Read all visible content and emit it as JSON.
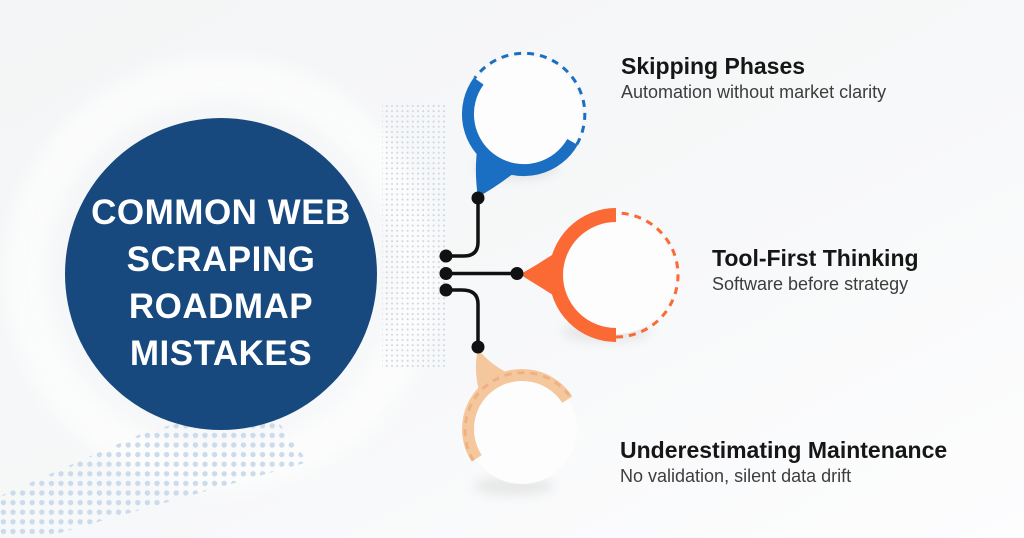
{
  "figure": {
    "hub": {
      "title_lines": [
        "COMMON WEB",
        "SCRAPING",
        "ROADMAP",
        "MISTAKES"
      ],
      "fill_color": "#17497E",
      "text_color": "#FFFFFF"
    },
    "items": [
      {
        "title": "Skipping Phases",
        "subtitle": "Automation without market clarity",
        "accent_color": "#1B6FC2"
      },
      {
        "title": "Tool-First Thinking",
        "subtitle": "Software before strategy",
        "accent_color": "#FB6A35"
      },
      {
        "title": "Underestimating Maintenance",
        "subtitle": "No validation, silent data drift",
        "accent_color": "#F5C79D"
      }
    ],
    "colors": {
      "background": "#F6F7F8",
      "connector": "#111111",
      "heading_text": "#161616",
      "subtitle_text": "#3D3D3D",
      "halftone_small_dot": "#CDD5DF",
      "halftone_large_dot": "#C9D9EA",
      "peach_dashed": "#EFB183"
    }
  }
}
